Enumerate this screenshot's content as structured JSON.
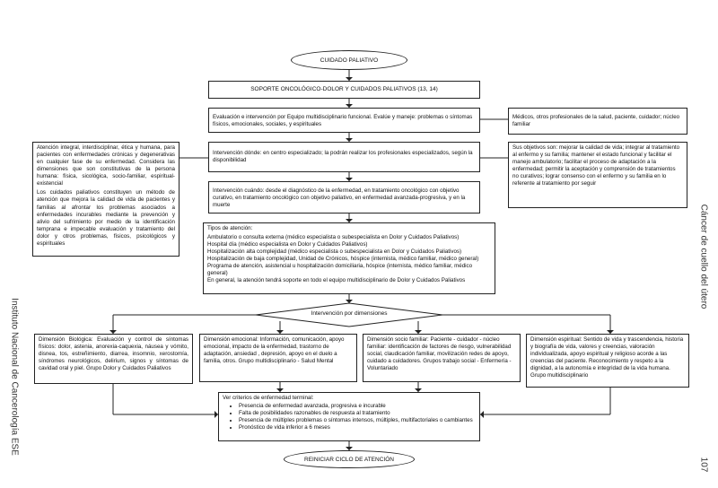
{
  "start_node": "CUIDADO PALIATIVO",
  "support_header": "SOPORTE ONCOLÓGICO-DOLOR Y CUIDADOS PALIATIVOS (13, 14)",
  "evaluation": "Evaluación e intervención por Equipo multidisciplinario funcional. Evalúe y maneje: problemas o síntomas físicos, emocionales, sociales, y espirituales",
  "team_note": "Médicos, otros profesionales de la salud, paciente, cuidador; núcleo familiar",
  "where": "Intervención dónde: en centro especializado; la podrán realizar los profesionales especializados, según la disponibilidad",
  "when": "Intervención cuándo: desde el diagnóstico de la enfermedad, en tratamiento oncológico con objetivo curativo, en tratamiento oncológico con objetivo paliativo, en enfermedad avanzada-progresiva, y en la muerte",
  "left_note": {
    "p1": "Atención integral, interdisciplinar, ética y humana, para pacientes con enfermedades crónicas y degenerativas en cualquier fase de su enfermedad. Considera las dimensiones que son constitutivas de la persona humana: física, sicológica, socio-familiar, espiritual-existencial",
    "p2": "Los cuidados paliativos constituyen un método de atención que mejora la calidad de vida de pacientes y familias al afrontar los problemas asociados a enfermedades incurables mediante la prevención y alivio del sufrimiento por medio de la identificación temprana e impecable evaluación y tratamiento del dolor y otros problemas, físicos, psicológicos y espirituales"
  },
  "objectives_note": "Sus objetivos son: mejorar la calidad de vida; integrar al tratamiento al enfermo y su familia; mantener el estado funcional y facilitar el manejo ambulatorio; facilitar el proceso de adaptación a la enfermedad; permitir la aceptación y comprensión de tratamientos no curativos; lograr consenso con el enfermo y su familia en lo referente al tratamiento por seguir",
  "attention_types": {
    "title": "Tipos de atención:",
    "items": [
      "Ambulatorio o consulta externa (médico especialista o subespecialista en Dolor y Cuidados Paliativos)",
      "Hospital día (médico especialista en Dolor y Cuidados Paliativos)",
      "Hospitalización alta complejidad (médico especialista o subespecialista en Dolor y Cuidados Paliativos)",
      "Hospitalización de baja complejidad, Unidad de Crónicos, hóspice (internista, médico familiar, médico general)",
      "Programa de atención, asistencial u hospitalización domiciliaria, hóspice (internista, médico familiar, médico general)",
      "En general, la atención tendrá soporte en todo el equipo multidisciplinario de Dolor y Cuidados Paliativos"
    ]
  },
  "decision": "Intervención por dimensiones",
  "dimensions": {
    "biological": "Dimensión Biológica: Evaluación y control de síntomas físicos: dolor, astenia, anorexia-caquexia, náusea y vómito, disnea, tos, estreñimiento, diarrea, insomnio, xerostomía, síndromes neurológicos, delirium, signos y síntomas de cavidad oral y piel. Grupo Dolor y Cuidados Paliativos",
    "emotional": "Dimensión emocional: Información, comunicación, apoyo emocional, impacto de la enfermedad, trastorno de adaptación, ansiedad , depresión, apoyo en el duelo a familia, otros. Grupo multidisciplinario - Salud Mental",
    "social": "Dimensión socio familiar: Paciente - cuidador - núcleo familiar: identificación de factores de riesgo, vulnerabilidad social, claudicación familiar, movilización redes de apoyo, cuidado a cuidadores. Grupos trabajo social - Enfermería - Voluntariado",
    "spiritual": "Dimensión espiritual: Sentido de vida y trascendencia, historia y biografía de vida, valores y creencias, valoración individualizada, apoyo espiritual y religioso acorde a las creencias del paciente. Reconocimiento y respeto a la dignidad, a la autonomía e integridad de la vida humana. Grupo multidisciplinario"
  },
  "criteria": {
    "title": "Ver criterios de enfermedad terminal:",
    "items": [
      "Presencia de enfermedad avanzada, progresiva e incurable",
      "Falta de posibilidades razonables de respuesta al tratamiento",
      "Presencia de múltiples problemas o síntomas intensos, múltiples, multifactoriales o cambiantes",
      "Pronóstico de vida inferior a 6 meses"
    ]
  },
  "end_node": "REINICIAR CICLO DE ATENCIÓN",
  "side_title": "Cáncer de cuello del útero",
  "institute": "Instituto Nacional de Cancerología ESE",
  "page_number": "107"
}
